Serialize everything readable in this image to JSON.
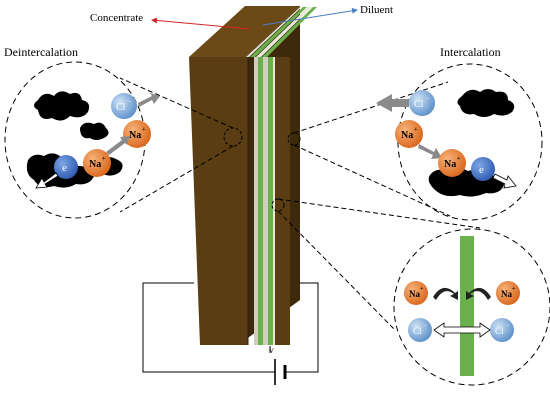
{
  "labels": {
    "concentrate": "Concentrate",
    "diluent": "Diluent",
    "deintercalation": "Deintercalation",
    "intercalation": "Intercalation",
    "voltage": "V"
  },
  "ions": {
    "sodium": "Na",
    "sodium_charge": "+",
    "chloride": "Cl",
    "chloride_charge": "−",
    "electron": "e"
  },
  "colors": {
    "electrode_front": "#5a3d12",
    "electrode_side": "#3e2a0b",
    "membrane_green": "#6ab04c",
    "spacer_light": "#cfcfc0",
    "sodium_ion": "#e8792b",
    "chloride_ion": "#5b9bd5",
    "electron": "#4472c4",
    "concentrate_arrow": "#d62728",
    "diluent_arrow": "#4a7fc1"
  }
}
